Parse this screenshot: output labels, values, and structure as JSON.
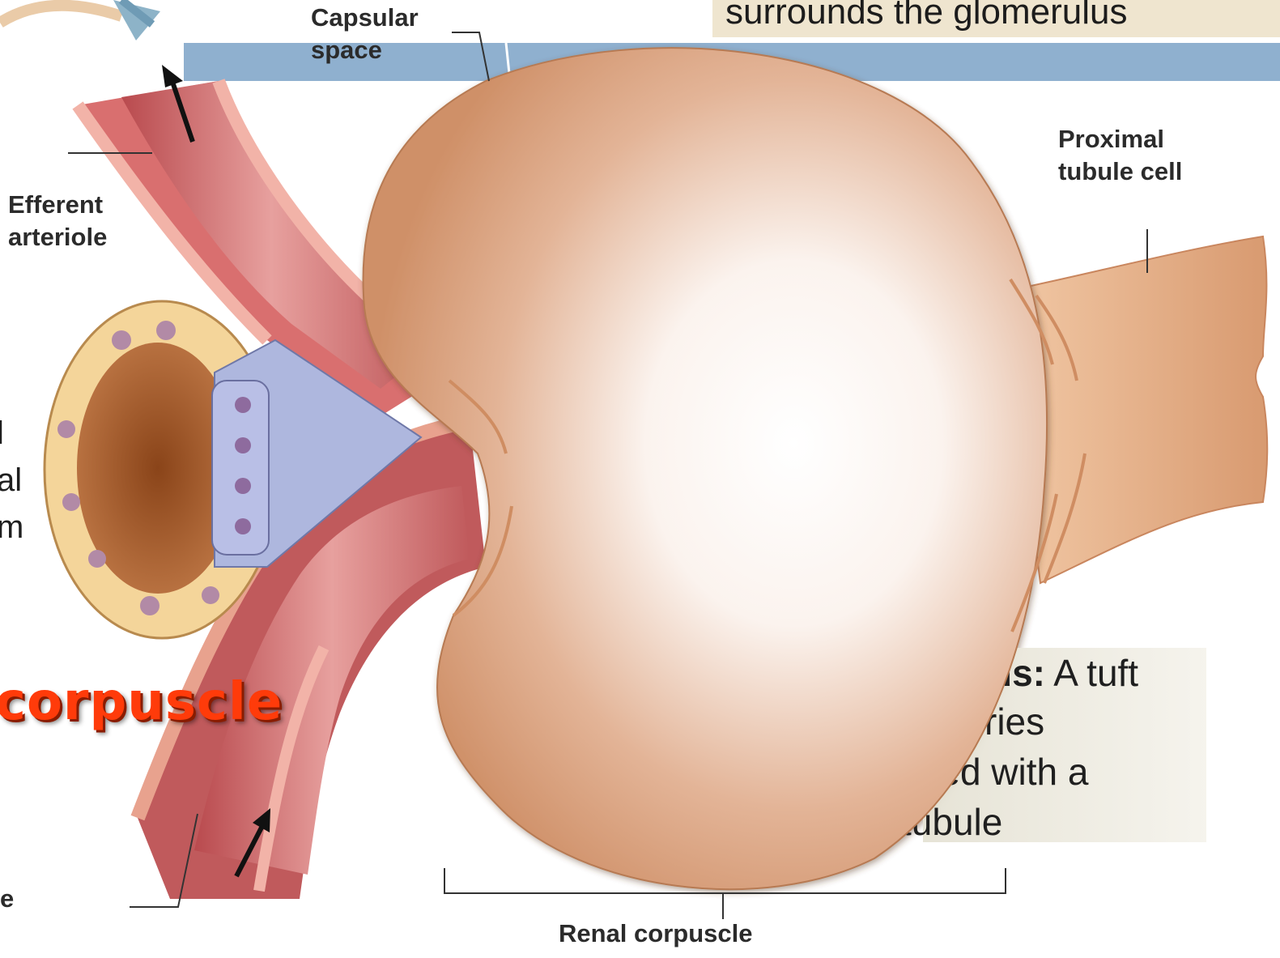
{
  "labels": {
    "capsular_space": [
      "Capsular",
      "space"
    ],
    "efferent_arteriole": [
      "Efferent",
      "arteriole"
    ],
    "proximal_tubule_cell": [
      "Proximal",
      "tubule cell"
    ],
    "renal_corpuscle": "Renal corpuscle",
    "partial_left_letters": [
      "l",
      "al",
      "m"
    ],
    "partial_bottom_letter": "e"
  },
  "top_caption": "surrounds the glomerulus",
  "big_title": "corpuscle",
  "glomerulus_caption": {
    "term": "us:",
    "lines": [
      " A tuft",
      "ries",
      "ated with a",
      "l tubule"
    ]
  },
  "colors": {
    "banner_blue": "#8fb0cf",
    "title_red": "#ff3b0a",
    "capsule_tan": "#d49a72",
    "caption_box": "#eeeae0"
  },
  "icons": {
    "efferent_flow": "arrow-up-icon",
    "afferent_flow": "arrow-up-right-icon",
    "process_arrow": "curved-arrow-icon"
  }
}
